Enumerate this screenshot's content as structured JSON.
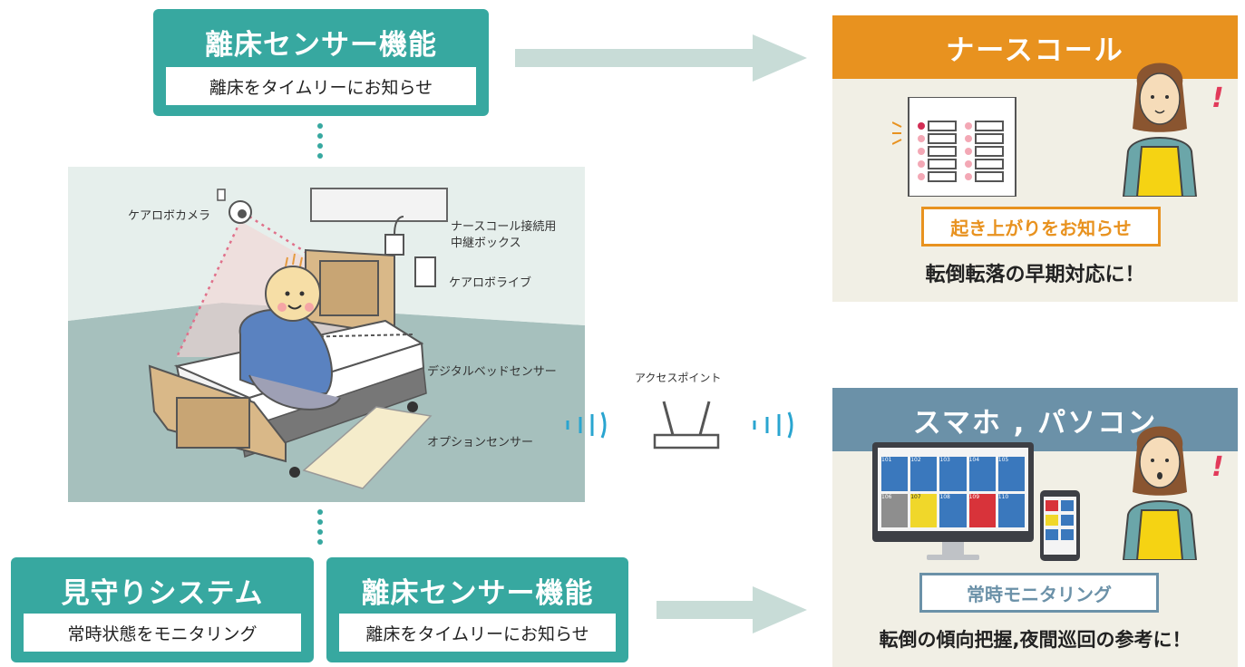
{
  "top_box": {
    "title": "離床センサー機能",
    "subtitle": "離床をタイムリーにお知らせ"
  },
  "bottom_left_box": {
    "title": "見守りシステム",
    "subtitle": "常時状態をモニタリング"
  },
  "bottom_mid_box": {
    "title": "離床センサー機能",
    "subtitle": "離床をタイムリーにお知らせ"
  },
  "room_labels": {
    "camera": "ケアロボカメラ",
    "relay_line1": "ナースコール接続用",
    "relay_line2": "中継ボックス",
    "live": "ケアロボライブ",
    "bed_sensor": "デジタルベッドセンサー",
    "option_sensor": "オプションセンサー"
  },
  "access_point": "アクセスポイント",
  "nurse_call_panel": {
    "header": "ナースコール",
    "badge": "起き上がりをお知らせ",
    "footer": "転倒転落の早期対応に！",
    "exclamation": "!"
  },
  "smartphone_panel": {
    "header": "スマホ , パソコン",
    "badge": "常時モニタリング",
    "footer": "転倒の傾向把握,夜間巡回の参考に！",
    "exclamation": "!",
    "tiles": [
      {
        "num": "101"
      },
      {
        "num": "102"
      },
      {
        "num": "103"
      },
      {
        "num": "104"
      },
      {
        "num": "105"
      },
      {
        "num": "106"
      },
      {
        "num": "107"
      },
      {
        "num": "108"
      },
      {
        "num": "109"
      },
      {
        "num": "110"
      }
    ]
  },
  "colors": {
    "teal": "#37a8a0",
    "orange": "#e8921f",
    "slate_blue": "#6b91a8",
    "panel_bg": "#f1efe5",
    "arrow": "#c8dcd7"
  }
}
